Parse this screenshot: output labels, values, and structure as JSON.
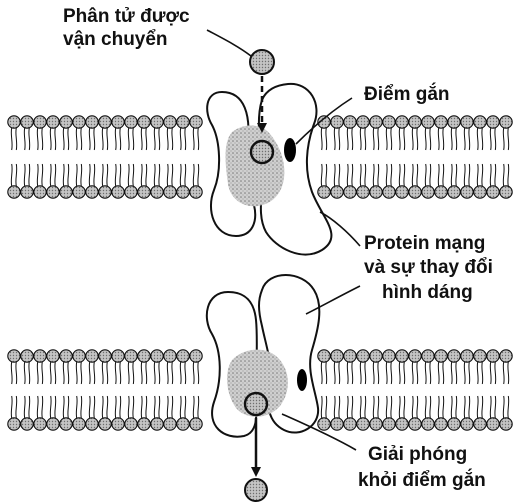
{
  "labels": {
    "transported_molecule": [
      "Phân tử được",
      "vận chuyển"
    ],
    "binding_site": "Điểm gắn",
    "membrane_protein": [
      "Protein mạng",
      "và sự thay đổi",
      "hình dáng"
    ],
    "release": [
      "Giải phóng",
      "khỏi điểm gắn"
    ]
  },
  "colors": {
    "ink": "#111111",
    "head_fill": "#b4b4b4",
    "protein_shade": "#bdbdbd",
    "molecule_fill": "#8f8f8f",
    "binding_mark": "#000000"
  }
}
